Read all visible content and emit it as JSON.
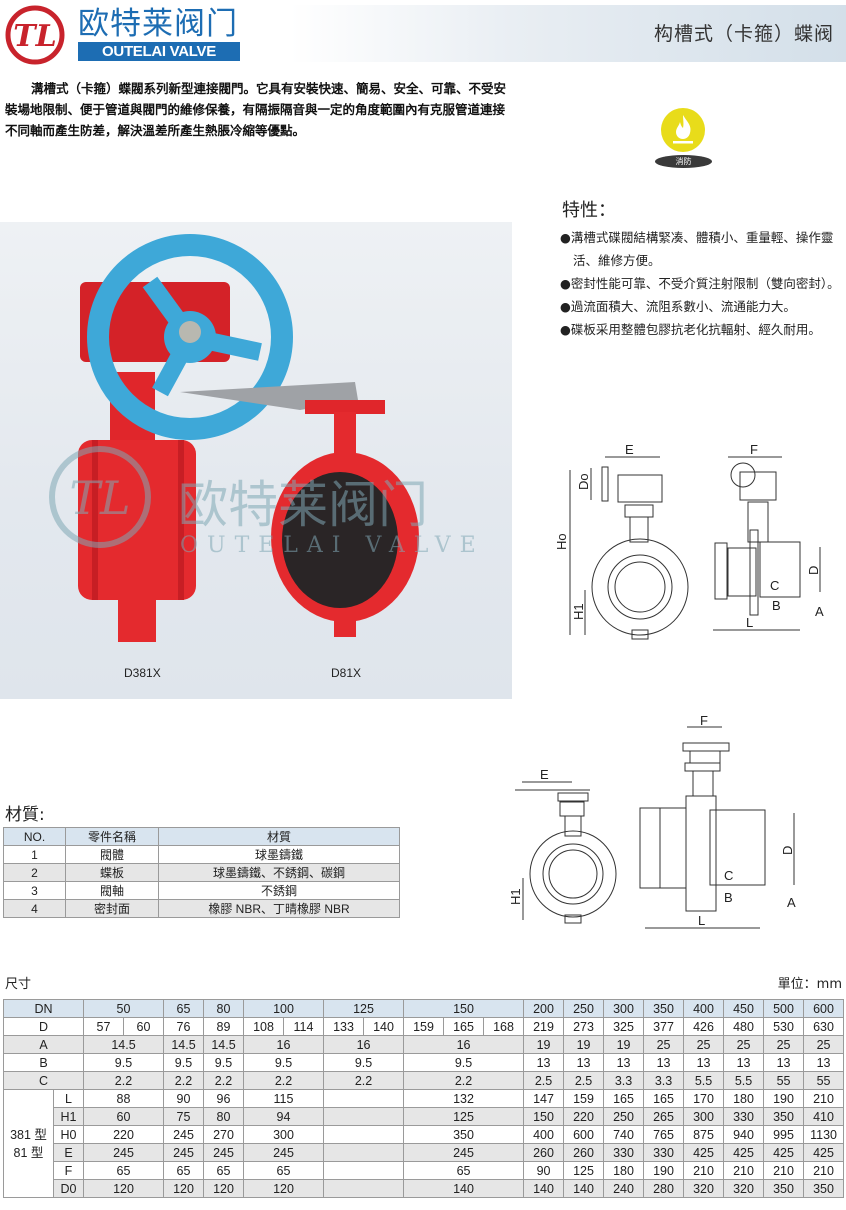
{
  "header": {
    "logo_cn": "欧特莱阀门",
    "logo_en": "OUTELAI VALVE",
    "logo_mark": "TL",
    "title": "构槽式（卡箍）蝶阀"
  },
  "intro": "溝槽式（卡箍）蝶閥系列新型連接閥門。它具有安裝快速、簡易、安全、可靠、不受安裝場地限制、便于管道與閥門的維修保養，有隔振隔音與一定的角度範圍內有克服管道連接不同軸而產生防差，解決溫差所產生熱脹冷縮等優點。",
  "badge": {
    "label": "消防",
    "color": "#e8dc1a"
  },
  "features": {
    "title": "特性：",
    "items": [
      "●溝槽式碟閥結構緊凑、體積小、重量輕、操作靈活、維修方便。",
      "●密封性能可靠、不受介質注射限制（雙向密封）。",
      "●過流面積大、流阻系數小、流通能力大。",
      "●碟板采用整體包膠抗老化抗輻射、經久耐用。"
    ]
  },
  "photo": {
    "captions": [
      "D381X",
      "D81X"
    ],
    "watermark_cn": "欧特莱阀门",
    "watermark_en": "OUTELAI VALVE"
  },
  "diagram_labels": {
    "E": "E",
    "F": "F",
    "Do": "Do",
    "Ho": "Ho",
    "H1": "H1",
    "D": "D",
    "C": "C",
    "B": "B",
    "A": "A",
    "L": "L"
  },
  "materials": {
    "title": "材質:",
    "headers": [
      "NO.",
      "零件名稱",
      "材質"
    ],
    "rows": [
      [
        "1",
        "閥體",
        "球墨鑄鐵"
      ],
      [
        "2",
        "蝶板",
        "球墨鑄鐵、不銹鋼、碳鋼"
      ],
      [
        "3",
        "閥軸",
        "不銹鋼"
      ],
      [
        "4",
        "密封面",
        "橡膠 NBR、丁晴橡膠 NBR"
      ]
    ]
  },
  "dimensions": {
    "title": "尺寸",
    "unit": "單位：mm",
    "model_label": "381 型\n81 型",
    "dn": {
      "label": "DN",
      "values": [
        "50",
        "65",
        "80",
        "100",
        "125",
        "150",
        "200",
        "250",
        "300",
        "350",
        "400",
        "450",
        "500",
        "600"
      ]
    },
    "d": {
      "label": "D",
      "values": [
        "57",
        "60",
        "76",
        "89",
        "108",
        "114",
        "133",
        "140",
        "159",
        "165",
        "168",
        "219",
        "273",
        "325",
        "377",
        "426",
        "480",
        "530",
        "630"
      ]
    },
    "common": [
      {
        "label": "A",
        "values": [
          "14.5",
          "14.5",
          "14.5",
          "16",
          "16",
          "16",
          "19",
          "19",
          "19",
          "25",
          "25",
          "25",
          "25",
          "25"
        ]
      },
      {
        "label": "B",
        "values": [
          "9.5",
          "9.5",
          "9.5",
          "9.5",
          "9.5",
          "9.5",
          "13",
          "13",
          "13",
          "13",
          "13",
          "13",
          "13",
          "13"
        ]
      },
      {
        "label": "C",
        "values": [
          "2.2",
          "2.2",
          "2.2",
          "2.2",
          "2.2",
          "2.2",
          "2.5",
          "2.5",
          "3.3",
          "3.3",
          "5.5",
          "5.5",
          "55",
          "55"
        ]
      }
    ],
    "model": [
      {
        "label": "L",
        "values": [
          "88",
          "90",
          "96",
          "115",
          "",
          "132",
          "147",
          "159",
          "165",
          "165",
          "170",
          "180",
          "190",
          "210"
        ]
      },
      {
        "label": "H1",
        "values": [
          "60",
          "75",
          "80",
          "94",
          "",
          "125",
          "150",
          "220",
          "250",
          "265",
          "300",
          "330",
          "350",
          "410"
        ]
      },
      {
        "label": "H0",
        "values": [
          "220",
          "245",
          "270",
          "300",
          "",
          "350",
          "400",
          "600",
          "740",
          "765",
          "875",
          "940",
          "995",
          "1130"
        ]
      },
      {
        "label": "E",
        "values": [
          "245",
          "245",
          "245",
          "245",
          "",
          "245",
          "260",
          "260",
          "330",
          "330",
          "425",
          "425",
          "425",
          "425"
        ]
      },
      {
        "label": "F",
        "values": [
          "65",
          "65",
          "65",
          "65",
          "",
          "65",
          "90",
          "125",
          "180",
          "190",
          "210",
          "210",
          "210",
          "210"
        ]
      },
      {
        "label": "D0",
        "values": [
          "120",
          "120",
          "120",
          "120",
          "",
          "140",
          "140",
          "140",
          "240",
          "280",
          "320",
          "320",
          "350",
          "350"
        ]
      }
    ]
  }
}
